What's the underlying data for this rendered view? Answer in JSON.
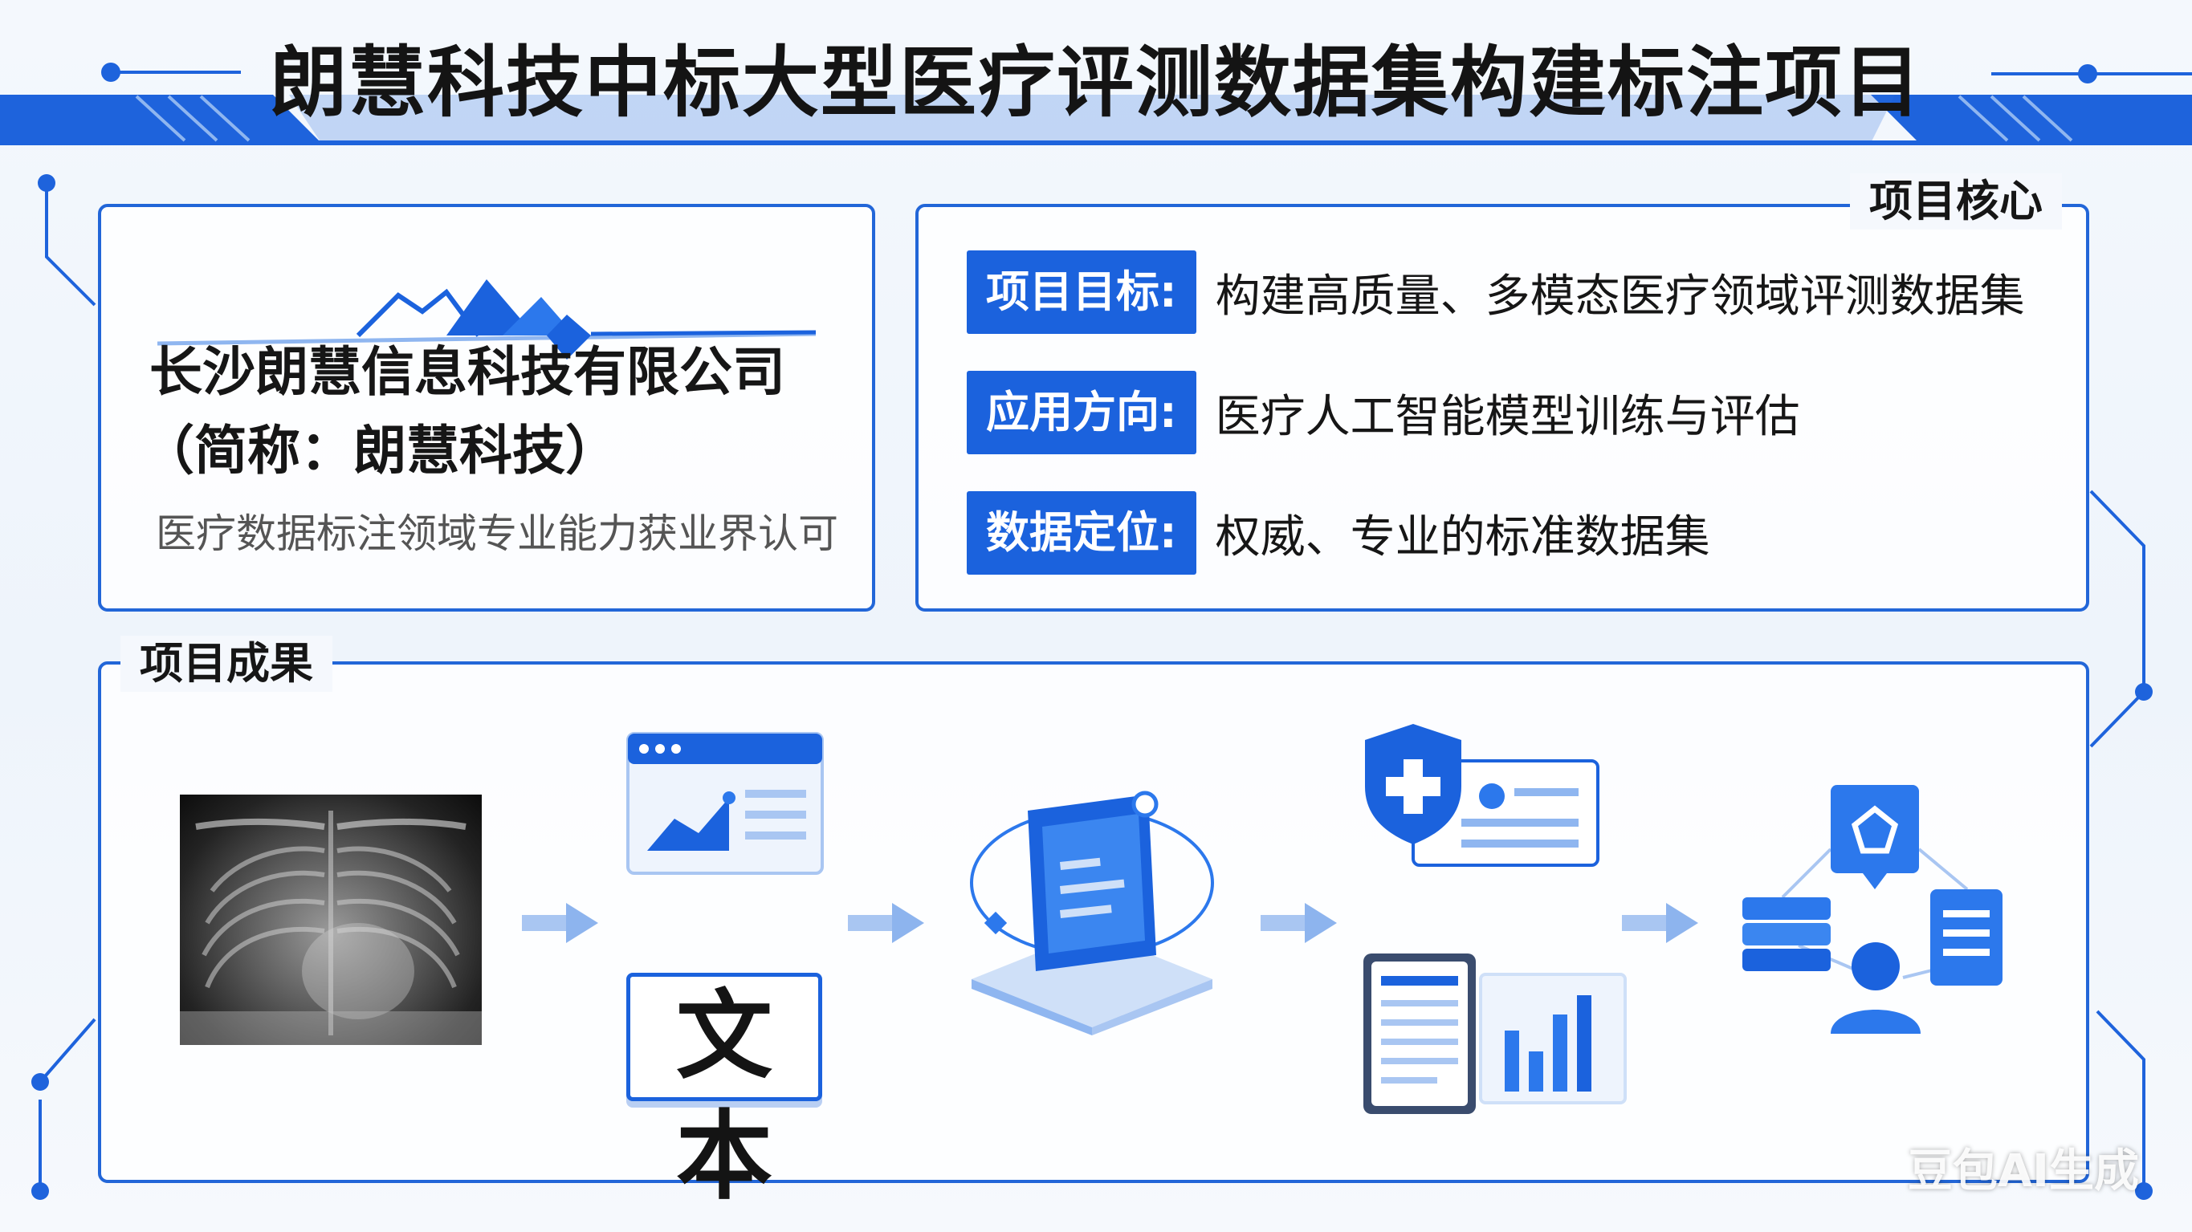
{
  "title": "朗慧科技中标大型医疗评测数据集构建标注项目",
  "company": {
    "name_line1": "长沙朗慧信息科技有限公司",
    "name_line2": "（简称：朗慧科技）",
    "description": "医疗数据标注领域专业能力获业界认可"
  },
  "core": {
    "heading": "项目核心",
    "rows": [
      {
        "tag": "项目目标:",
        "text": "构建高质量、多模态医疗领域评测数据集"
      },
      {
        "tag": "应用方向:",
        "text": "医疗人工智能模型训练与评估"
      },
      {
        "tag": "数据定位:",
        "text": "权威、专业的标准数据集"
      }
    ]
  },
  "results": {
    "heading": "项目成果",
    "text_card": "文本",
    "icons": [
      "chest-xray-image",
      "chart-window-icon",
      "text-card",
      "ai-computer-icon",
      "medical-shield-card-icon",
      "report-chart-icon",
      "data-network-icon"
    ]
  },
  "watermark": "豆包AI生成",
  "colors": {
    "accent": "#1b62dd",
    "light_accent": "#8fb6f0",
    "background": "#f4f8fd"
  }
}
